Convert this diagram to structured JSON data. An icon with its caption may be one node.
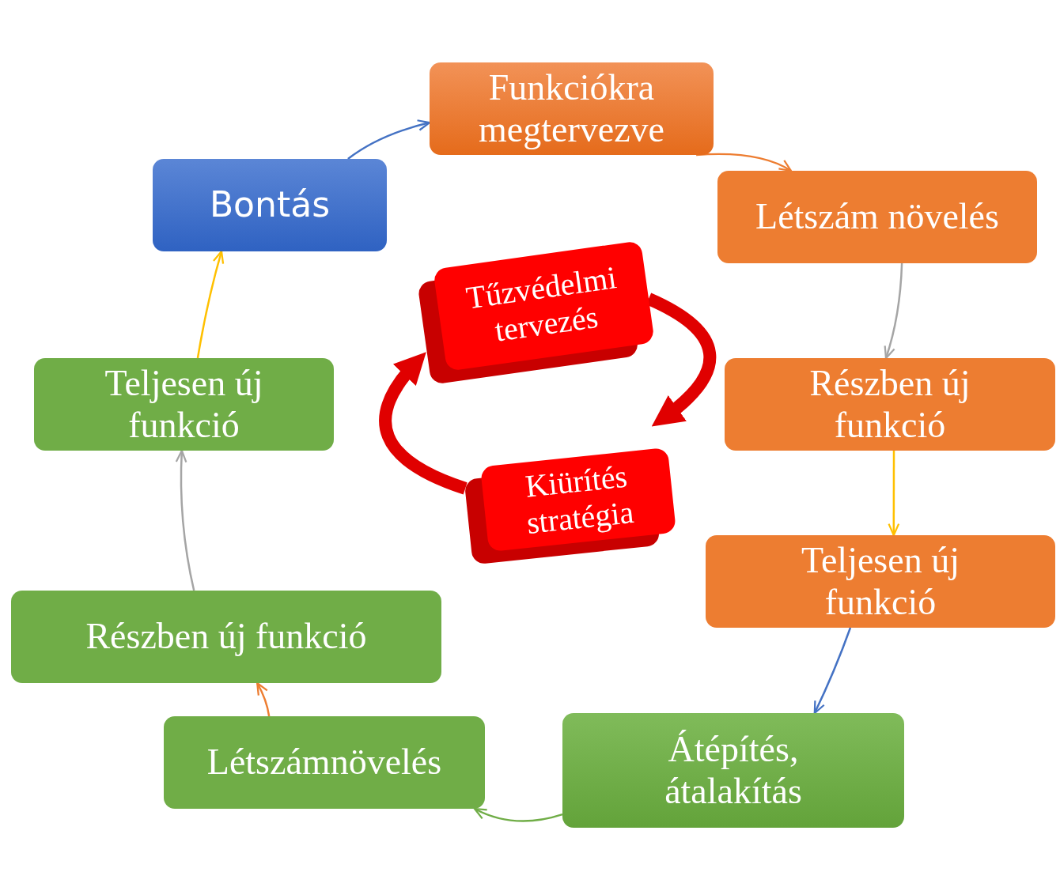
{
  "diagram": {
    "nodes": [
      {
        "text": [
          "Bontás"
        ]
      },
      {
        "text": [
          "Funkciókra megtervezve"
        ]
      },
      {
        "text": [
          "Létszám növelés"
        ]
      },
      {
        "text": [
          "Részben új funkció"
        ]
      },
      {
        "text": [
          "Teljesen új funkció"
        ]
      },
      {
        "text": [
          "Átépítés, átalakítás"
        ]
      },
      {
        "text": [
          "Létszámnövelés"
        ]
      },
      {
        "text": [
          "Részben új funkció"
        ]
      },
      {
        "text": [
          "Teljesen új funkció"
        ]
      },
      {
        "text": [
          "Tűzvédelmi tervezés"
        ]
      },
      {
        "text": [
          "Kiürítés stratégia"
        ]
      }
    ],
    "edges": [
      {
        "from": 0,
        "to": 1,
        "arrow": "to",
        "color": "#4472c4"
      },
      {
        "from": 1,
        "to": 2,
        "arrow": "to",
        "color": "#ed7d31"
      },
      {
        "from": 2,
        "to": 3,
        "arrow": "to",
        "color": "#a5a5a5"
      },
      {
        "from": 3,
        "to": 4,
        "arrow": "to",
        "color": "#ffc000"
      },
      {
        "from": 4,
        "to": 5,
        "arrow": "to",
        "color": "#4472c4"
      },
      {
        "from": 5,
        "to": 6,
        "arrow": "to",
        "color": "#70ad47"
      },
      {
        "from": 6,
        "to": 7,
        "arrow": "to",
        "color": "#ed7d31"
      },
      {
        "from": 7,
        "to": 8,
        "arrow": "to",
        "color": "#a5a5a5"
      },
      {
        "from": 8,
        "to": 0,
        "arrow": "to",
        "color": "#ffc000"
      },
      {
        "from": 9,
        "to": 10,
        "arrow": "to",
        "color": "#e00000",
        "style": "thick"
      },
      {
        "from": 10,
        "to": 9,
        "arrow": "to",
        "color": "#e00000",
        "style": "thick"
      }
    ]
  }
}
